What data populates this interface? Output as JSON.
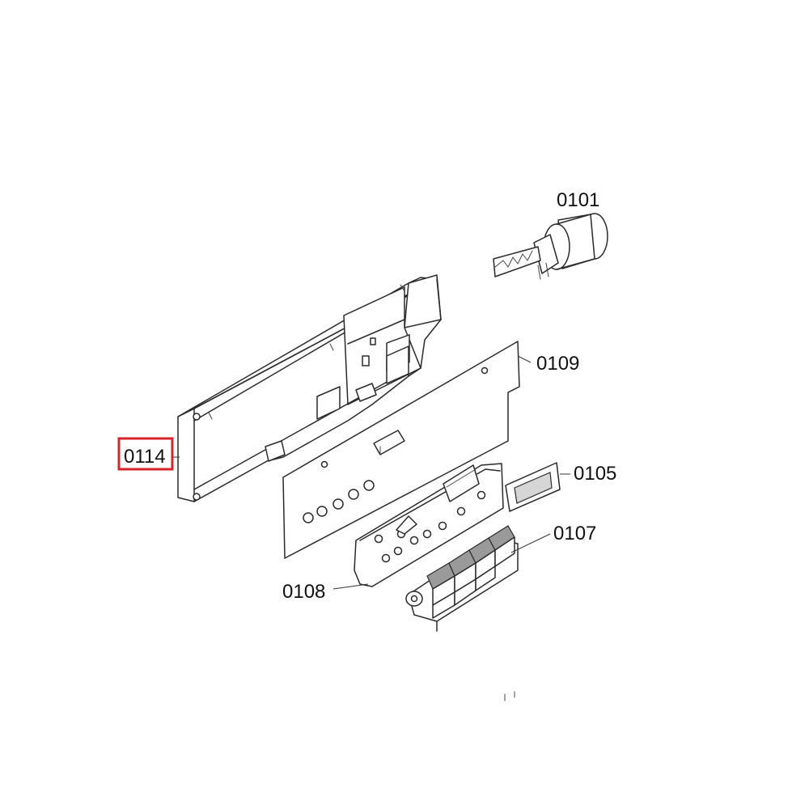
{
  "parts": [
    {
      "id": "p0101",
      "label": "0101",
      "highlighted": false
    },
    {
      "id": "p0109",
      "label": "0109",
      "highlighted": false
    },
    {
      "id": "p0105",
      "label": "0105",
      "highlighted": false
    },
    {
      "id": "p0107",
      "label": "0107",
      "highlighted": false
    },
    {
      "id": "p0108",
      "label": "0108",
      "highlighted": false
    },
    {
      "id": "p0114",
      "label": "0114",
      "highlighted": true
    }
  ],
  "colors": {
    "highlight": "#d9232a",
    "line": "#2a2a2a",
    "background": "#ffffff"
  }
}
